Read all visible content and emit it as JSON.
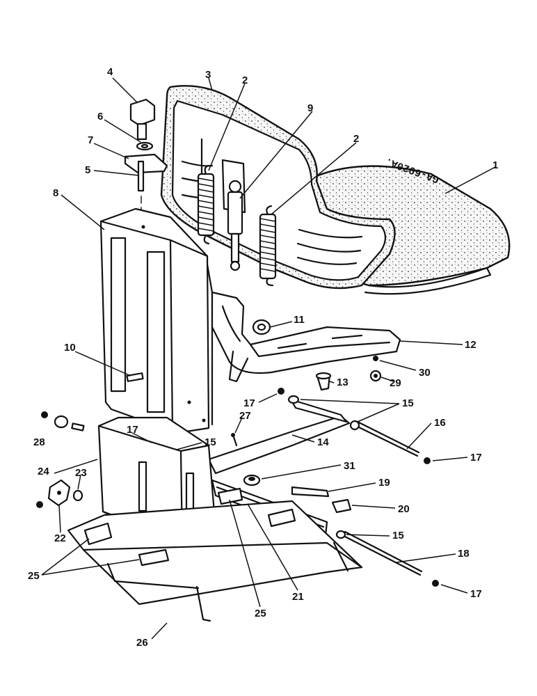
{
  "diagram": {
    "stamp_text": "GA-6920A.",
    "part_numbers": [
      "1",
      "2",
      "2",
      "3",
      "4",
      "5",
      "6",
      "7",
      "8",
      "9",
      "10",
      "11",
      "12",
      "13",
      "14",
      "15",
      "15",
      "15",
      "15",
      "16",
      "17",
      "17",
      "17",
      "17",
      "17",
      "18",
      "19",
      "20",
      "21",
      "22",
      "23",
      "24",
      "25",
      "25",
      "26",
      "27",
      "28",
      "29",
      "30",
      "31"
    ]
  }
}
